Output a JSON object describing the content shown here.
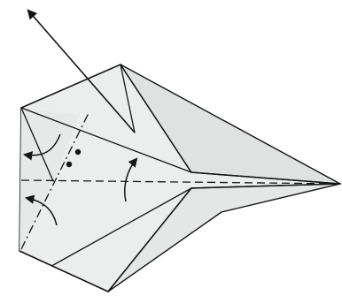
{
  "figure": {
    "subject": "origami-fold-diagram",
    "paper_color": "#eceeed",
    "shade_color": "#dfe2e1",
    "line_color": "#151515",
    "markers": {
      "valley_fold_line": "dashed",
      "mountain_fold_line": "dash-dot",
      "fold_arrows": 3,
      "reference_dots": 2
    }
  }
}
